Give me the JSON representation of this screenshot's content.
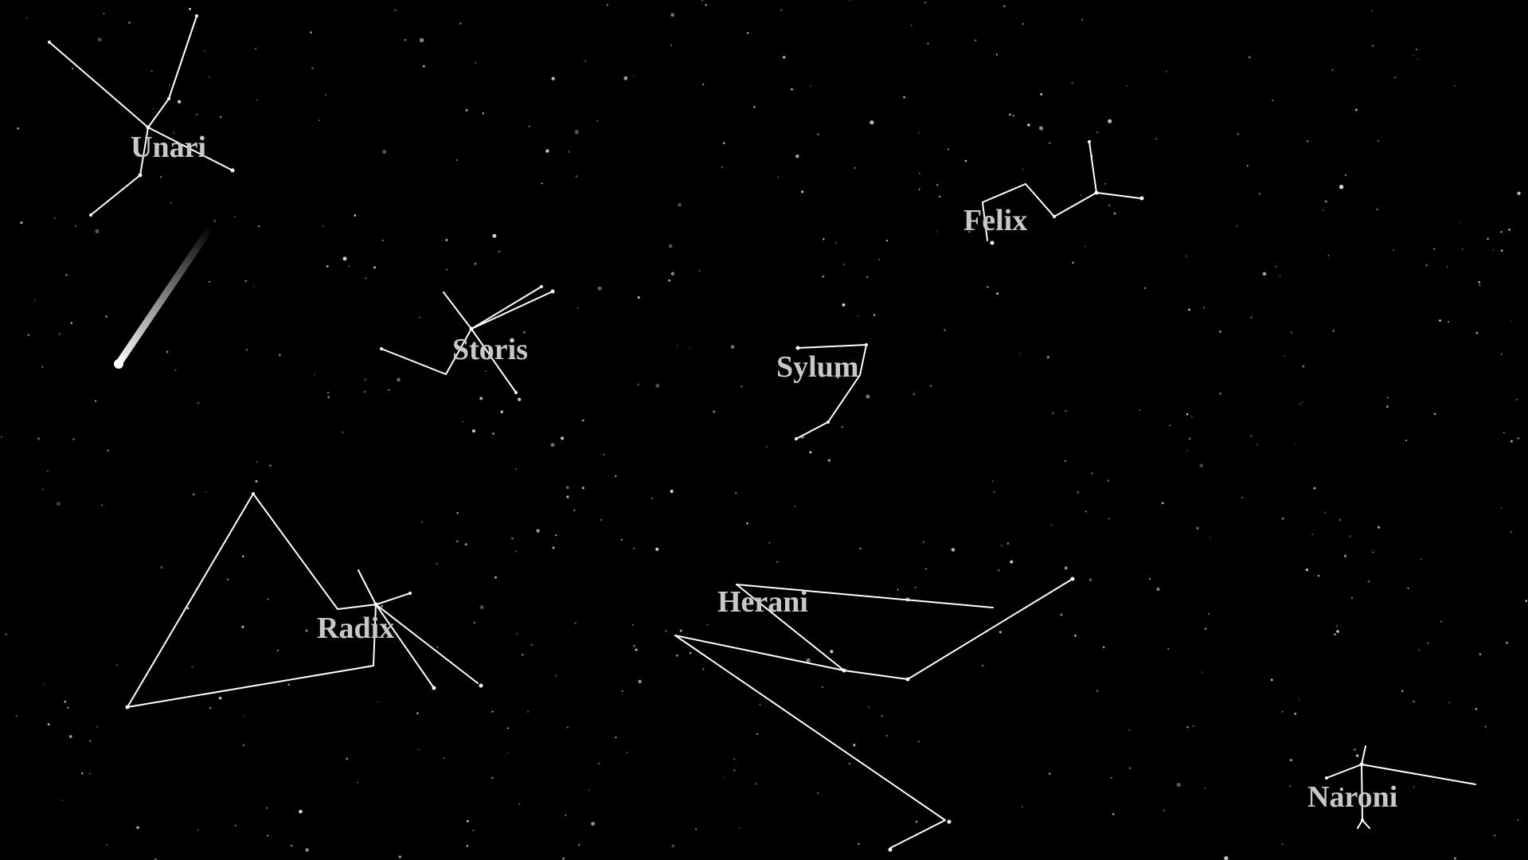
{
  "constellations": [
    {
      "id": "unari",
      "name": "Unari"
    },
    {
      "id": "storis",
      "name": "Storis"
    },
    {
      "id": "felix",
      "name": "Felix"
    },
    {
      "id": "sylum",
      "name": "Sylum"
    },
    {
      "id": "radix",
      "name": "Radix"
    },
    {
      "id": "herani",
      "name": "Herani"
    },
    {
      "id": "naroni",
      "name": "Naroni"
    }
  ],
  "colors": {
    "background": "#000000",
    "lines": "#ffffff",
    "labels": "#c8c8c8"
  }
}
